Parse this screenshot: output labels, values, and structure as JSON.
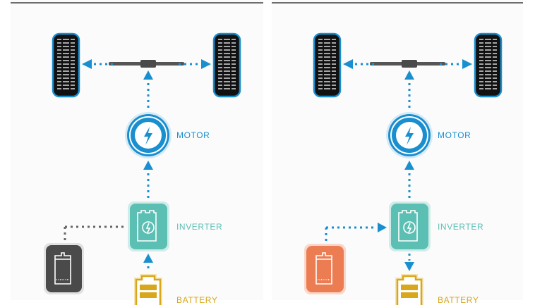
{
  "colors": {
    "flow_arrow": "#1a8fcf",
    "inactive_link": "#666666",
    "motor": "#1a8fcf",
    "inverter": "#5cbfb4",
    "battery": "#d9a71c",
    "generator_inactive": "#4a4a4a",
    "generator_active": "#ec7c52",
    "tire": "#111111",
    "tire_outline": "#1a8fcf",
    "axle": "#555555"
  },
  "panels": [
    {
      "id": "left",
      "description": "Battery powers motor; generator idle",
      "labels": {
        "motor": "MOTOR",
        "inverter": "INVERTER",
        "battery": "BATTERY"
      },
      "generator_state": "inactive",
      "battery_flow": "to-inverter"
    },
    {
      "id": "right",
      "description": "Generator powers motor and charges battery",
      "labels": {
        "motor": "MOTOR",
        "inverter": "INVERTER",
        "battery": "BATTERY"
      },
      "generator_state": "active",
      "battery_flow": "from-inverter"
    }
  ],
  "icons": {
    "motor": "lightning-bolt-icon",
    "inverter": "inverter-cycle-icon",
    "battery": "battery-icon",
    "generator": "generator-icon",
    "tire": "tire-icon",
    "axle": "axle-icon"
  }
}
